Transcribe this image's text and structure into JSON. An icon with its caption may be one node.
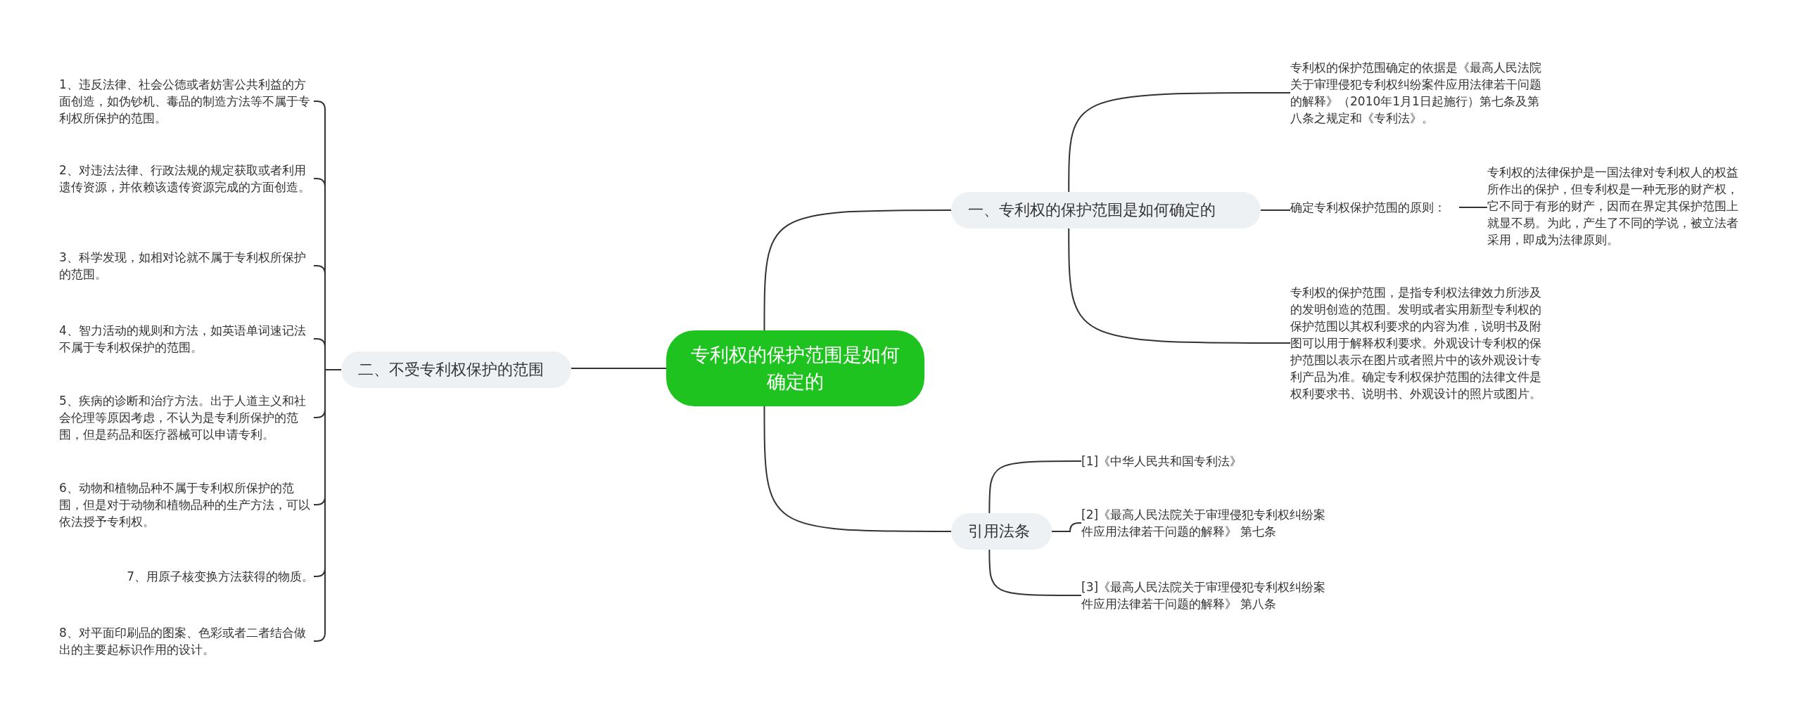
{
  "diagram": {
    "nodes": [
      {
        "text": [
          "专利权的保护范围是如何确定的"
        ]
      },
      {
        "text": [
          "一、专利权的保护范围是如何确定的"
        ]
      },
      {
        "text": [
          "专利权的保护范围确定的依据是《最高人民法院关于审理侵犯专利权纠纷案件应用法律若干问题的解释》（2010年1月1日起施行）第七条及第八条之规定和《专利法》。"
        ]
      },
      {
        "text": [
          "确定专利权保护范围的原则："
        ]
      },
      {
        "text": [
          "专利权的法律保护是一国法律对专利权人的权益所作出的保护，但专利权是一种无形的财产权，它不同于有形的财产，因而在界定其保护范围上就显不易。为此，产生了不同的学说，被立法者采用，即成为法律原则。"
        ]
      },
      {
        "text": [
          "专利权的保护范围，是指专利权法律效力所涉及的发明创造的范围。发明或者实用新型专利权的保护范围以其权利要求的内容为准，说明书及附图可以用于解释权利要求。外观设计专利权的保护范围以表示在图片或者照片中的该外观设计专利产品为准。确定专利权保护范围的法律文件是权利要求书、说明书、外观设计的照片或图片。"
        ]
      },
      {
        "text": [
          "引用法条"
        ]
      },
      {
        "text": [
          "[1]《中华人民共和国专利法》"
        ]
      },
      {
        "text": [
          "[2]《最高人民法院关于审理侵犯专利权纠纷案件应用法律若干问题的解释》 第七条"
        ]
      },
      {
        "text": [
          "[3]《最高人民法院关于审理侵犯专利权纠纷案件应用法律若干问题的解释》 第八条"
        ]
      },
      {
        "text": [
          "二、不受专利权保护的范围"
        ]
      },
      {
        "text": [
          "1、违反法律、社会公德或者妨害公共利益的方面创造，如伪钞机、毒品的制造方法等不属于专利权所保护的范围。"
        ]
      },
      {
        "text": [
          "2、对违法法律、行政法规的规定获取或者利用遗传资源，并依赖该遗传资源完成的方面创造。"
        ]
      },
      {
        "text": [
          "3、科学发现，如相对论就不属于专利权所保护的范围。"
        ]
      },
      {
        "text": [
          "4、智力活动的规则和方法，如英语单词速记法不属于专利权保护的范围。"
        ]
      },
      {
        "text": [
          "5、疾病的诊断和治疗方法。出于人道主义和社会伦理等原因考虑，不认为是专利所保护的范围，但是药品和医疗器械可以申请专利。"
        ]
      },
      {
        "text": [
          "6、动物和植物品种不属于专利权所保护的范围，但是对于动物和植物品种的生产方法，可以依法授予专利权。"
        ]
      },
      {
        "text": [
          "7、用原子核变换方法获得的物质。"
        ]
      },
      {
        "text": [
          "8、对平面印刷品的图案、色彩或者二者结合做出的主要起标识作用的设计。"
        ]
      }
    ],
    "edges": [
      {
        "from": 0,
        "to": 1,
        "arrow": "none"
      },
      {
        "from": 0,
        "to": 6,
        "arrow": "none"
      },
      {
        "from": 0,
        "to": 10,
        "arrow": "none"
      },
      {
        "from": 1,
        "to": 2,
        "arrow": "none"
      },
      {
        "from": 1,
        "to": 3,
        "arrow": "none"
      },
      {
        "from": 1,
        "to": 5,
        "arrow": "none"
      },
      {
        "from": 3,
        "to": 4,
        "arrow": "none"
      },
      {
        "from": 6,
        "to": 7,
        "arrow": "none"
      },
      {
        "from": 6,
        "to": 8,
        "arrow": "none"
      },
      {
        "from": 6,
        "to": 9,
        "arrow": "none"
      },
      {
        "from": 10,
        "to": 11,
        "arrow": "none"
      },
      {
        "from": 10,
        "to": 12,
        "arrow": "none"
      },
      {
        "from": 10,
        "to": 13,
        "arrow": "none"
      },
      {
        "from": 10,
        "to": 14,
        "arrow": "none"
      },
      {
        "from": 10,
        "to": 15,
        "arrow": "none"
      },
      {
        "from": 10,
        "to": 16,
        "arrow": "none"
      },
      {
        "from": 10,
        "to": 17,
        "arrow": "none"
      },
      {
        "from": 10,
        "to": 18,
        "arrow": "none"
      }
    ]
  }
}
